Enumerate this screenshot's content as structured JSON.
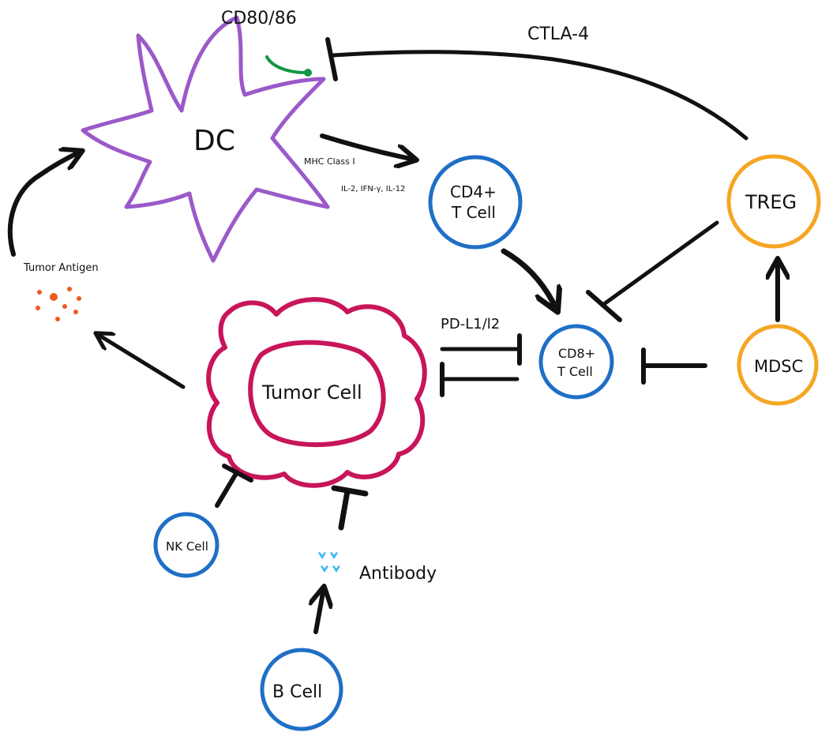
{
  "colors": {
    "ink": "#111111",
    "dc": "#9b59c9",
    "tcell": "#1f6fc6",
    "treg": "#f5a623",
    "tumor": "#c8155a",
    "antigen": "#ec5a1f",
    "antibody": "#33b8ee",
    "ctla4_ligand": "#149645"
  },
  "labels": {
    "dc": "DC",
    "cd80_86": "CD80/86",
    "ctla4": "CTLA-4",
    "mhc": "MHC Class I",
    "cytokines": "IL-2, IFN-γ, IL-12",
    "cd4_line1": "CD4+",
    "cd4_line2": "T Cell",
    "treg": "TREG",
    "cd8_line1": "CD8+",
    "cd8_line2": "T Cell",
    "mdsc": "MDSC",
    "pdl1": "PD-L1/l2",
    "tumor": "Tumor Cell",
    "tumor_antigen": "Tumor Antigen",
    "nk": "NK Cell",
    "antibody": "Antibody",
    "bcell": "B Cell"
  }
}
